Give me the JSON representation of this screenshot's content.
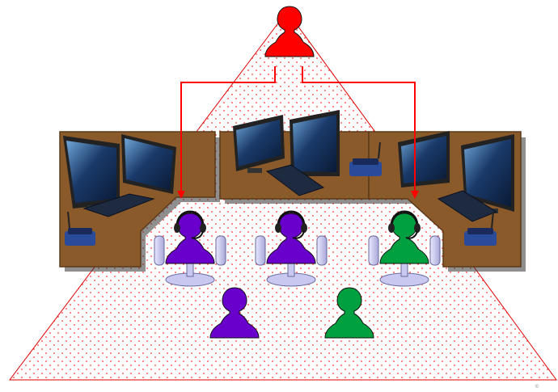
{
  "colors": {
    "supervisor": "#ff0000",
    "agent_purple": "#6a00cc",
    "agent_green": "#00a040",
    "desk_wood": "#8b5a2b",
    "desk_edge": "#5a3a1a",
    "dots": "#ff3333",
    "triangle_outline": "#e00000",
    "monitor_screen": "#1a3a6a",
    "chair": "#c8c8f0"
  },
  "icons": {
    "supervisor": "person-icon",
    "agents": "headset-agent-icon",
    "desks": "workstation-icon",
    "phones": "desk-phone-icon"
  },
  "agents_at_desks": [
    {
      "color": "purple"
    },
    {
      "color": "purple"
    },
    {
      "color": "green"
    }
  ],
  "standing_people": [
    {
      "color": "purple"
    },
    {
      "color": "green"
    }
  ],
  "footer": {
    "corner_mark": "©"
  }
}
